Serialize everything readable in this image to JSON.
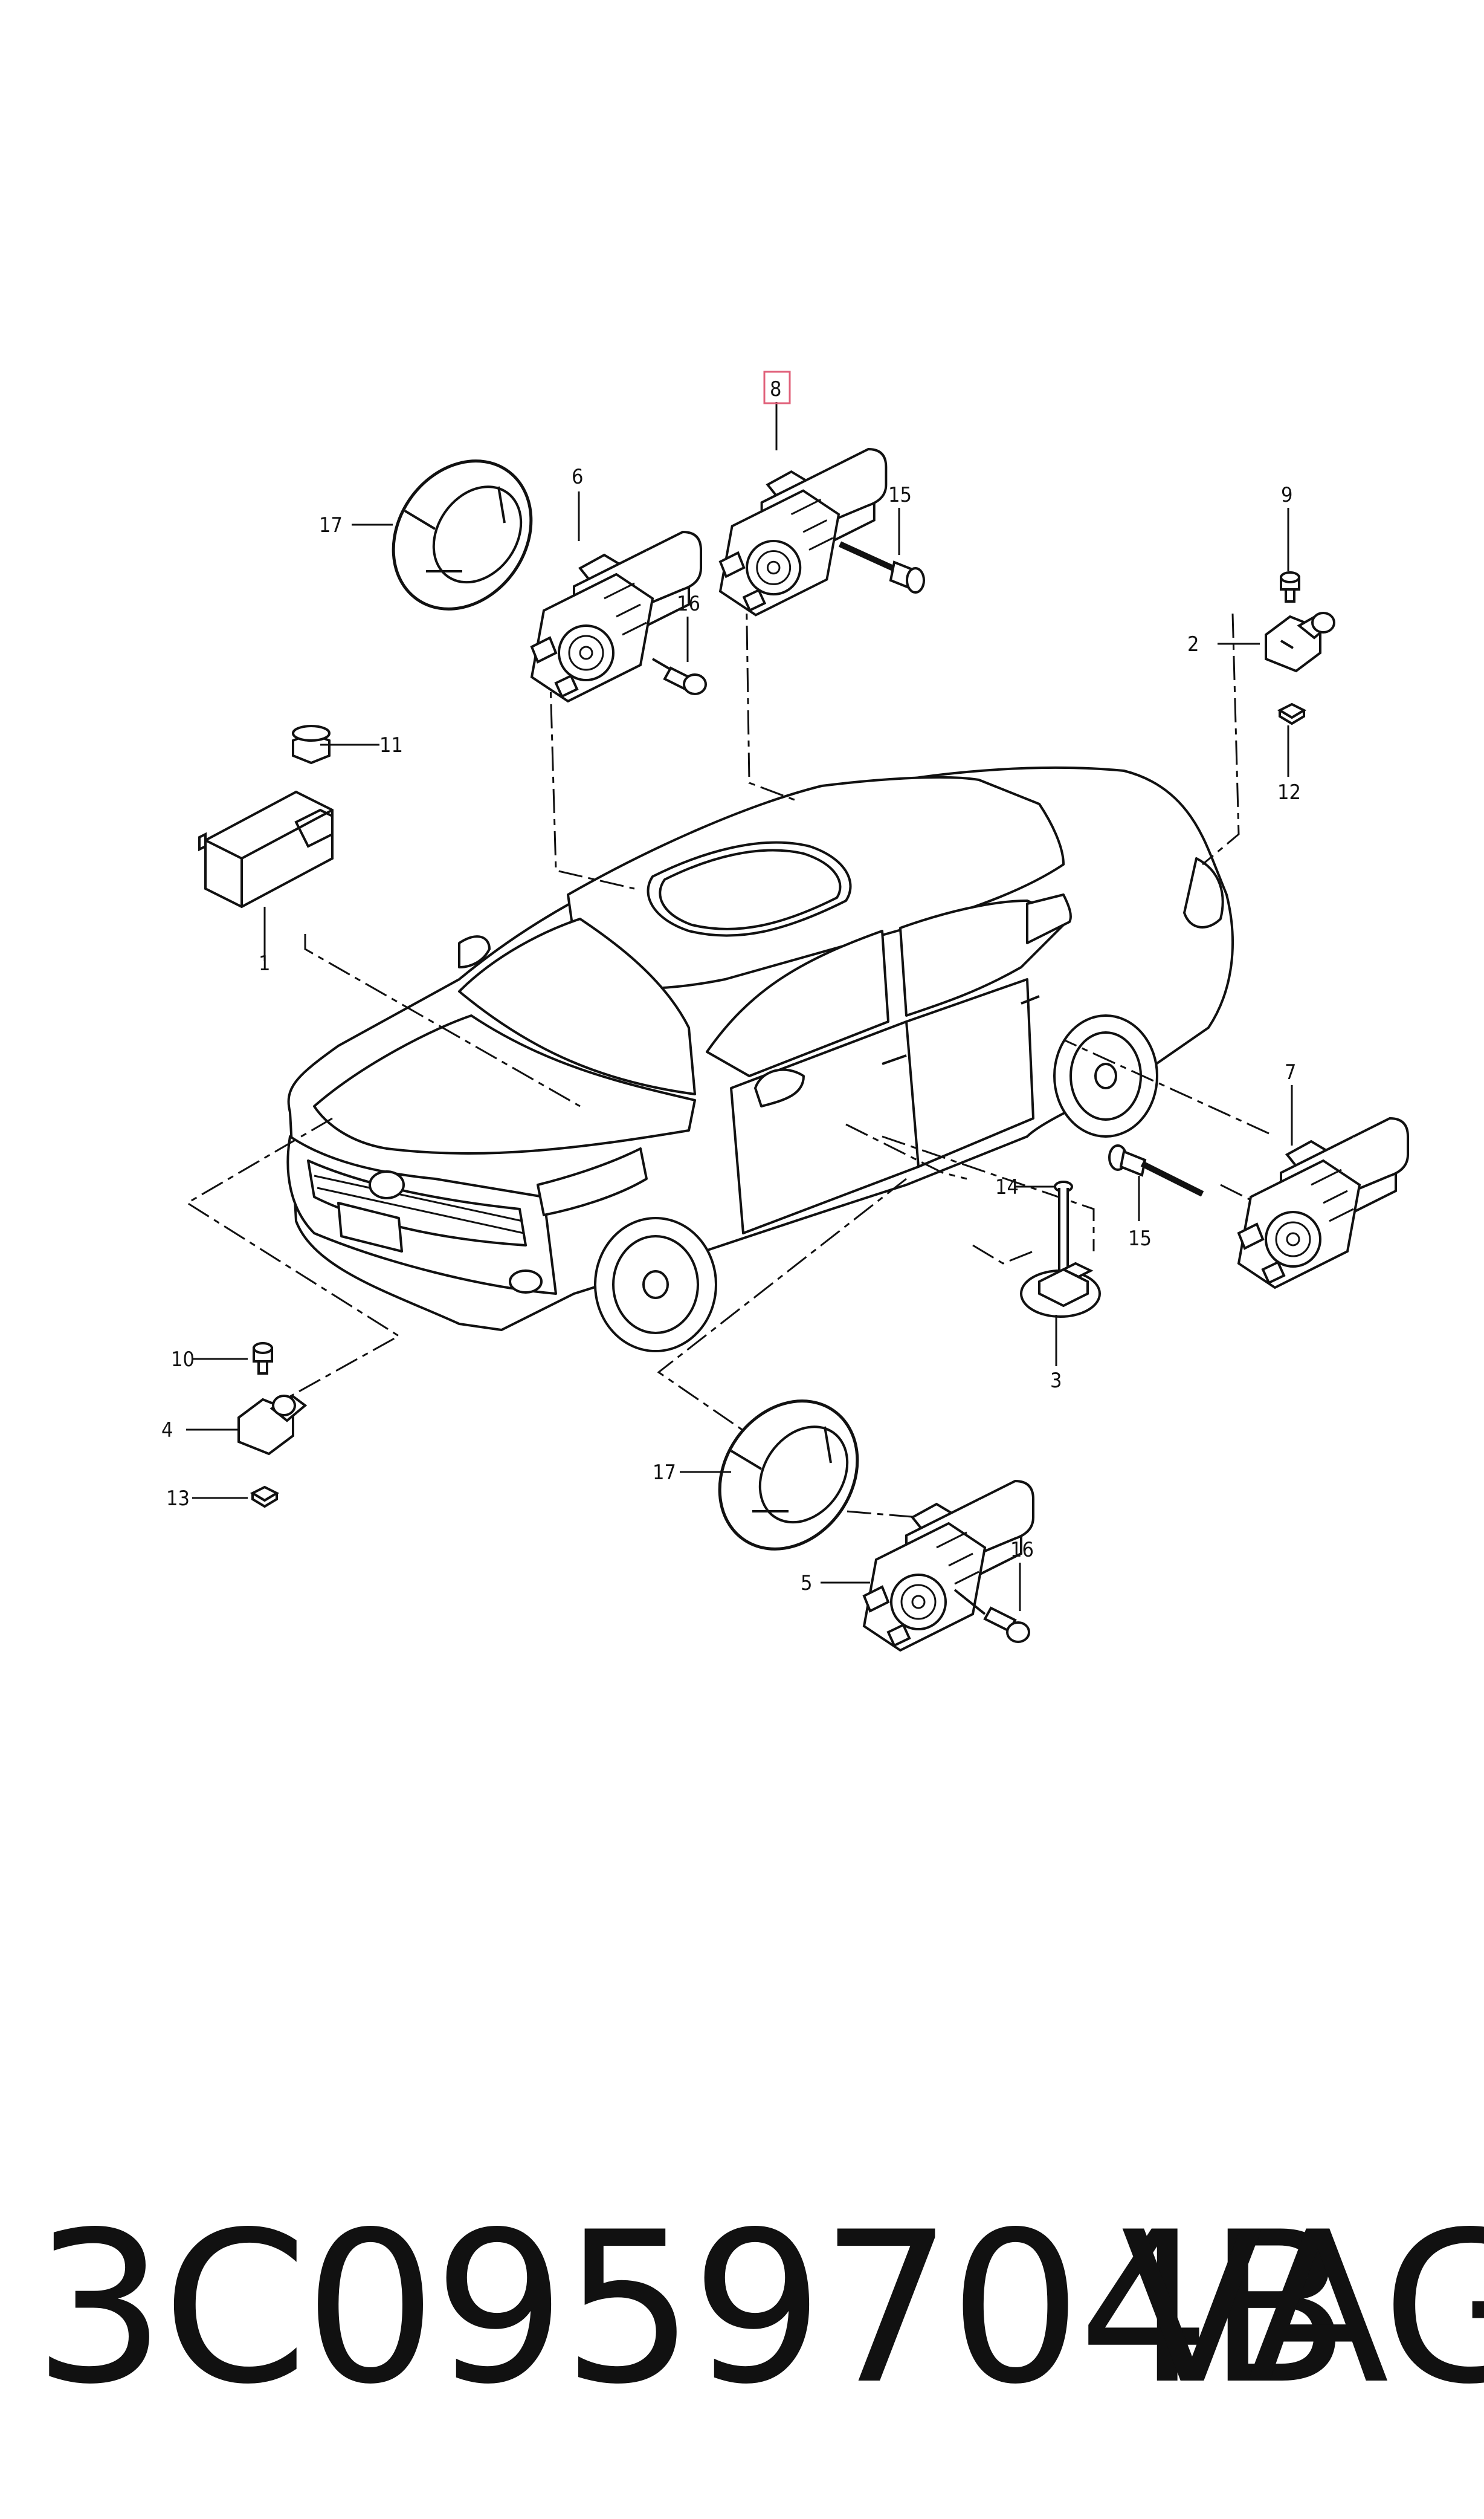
{
  "callouts": [
    {
      "id": "c1",
      "label": "1"
    },
    {
      "id": "c2",
      "label": "2"
    },
    {
      "id": "c3",
      "label": "3"
    },
    {
      "id": "c4",
      "label": "4"
    },
    {
      "id": "c5",
      "label": "5"
    },
    {
      "id": "c6",
      "label": "6"
    },
    {
      "id": "c7",
      "label": "7"
    },
    {
      "id": "c8",
      "label": "8",
      "highlighted": true
    },
    {
      "id": "c9",
      "label": "9"
    },
    {
      "id": "c10",
      "label": "10"
    },
    {
      "id": "c11",
      "label": "11"
    },
    {
      "id": "c12",
      "label": "12"
    },
    {
      "id": "c13",
      "label": "13"
    },
    {
      "id": "c14",
      "label": "14"
    },
    {
      "id": "c15a",
      "label": "15"
    },
    {
      "id": "c15b",
      "label": "15"
    },
    {
      "id": "c16a",
      "label": "16"
    },
    {
      "id": "c16b",
      "label": "16"
    },
    {
      "id": "c17a",
      "label": "17"
    },
    {
      "id": "c17b",
      "label": "17"
    }
  ],
  "footer": {
    "part_number": "3C0959704B",
    "brand": "VAG"
  },
  "colors": {
    "line": "#111111",
    "highlight_box": "#e0607a"
  }
}
